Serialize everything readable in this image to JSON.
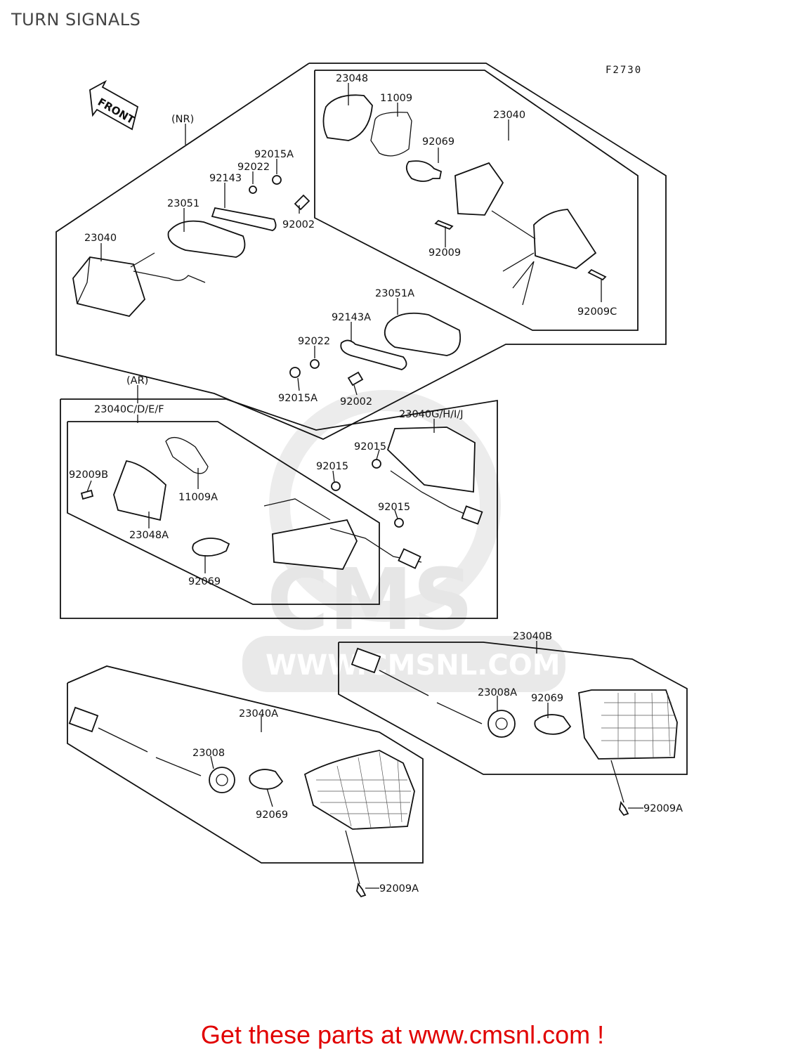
{
  "page": {
    "title": "TURN SIGNALS"
  },
  "figure": {
    "code": "F2730",
    "front_arrow_label": "FRONT"
  },
  "watermark": {
    "brand": "CMS",
    "url": "WWW.CMSNL.COM"
  },
  "groups": {
    "nr": "(NR)",
    "ar": "(AR)"
  },
  "labels": {
    "p23048": "23048",
    "p11009": "11009",
    "p23040_top": "23040",
    "p92069_top": "92069",
    "p92015A_top": "92015A",
    "p92022_top": "92022",
    "p92143": "92143",
    "p23051": "23051",
    "p92002_top": "92002",
    "p23040_left": "23040",
    "p92009": "92009",
    "p23051A": "23051A",
    "p92143A": "92143A",
    "p92022_mid": "92022",
    "p92009C": "92009C",
    "p92015A_mid": "92015A",
    "p92002_mid": "92002",
    "p23040CDEF": "23040C/D/E/F",
    "p23040GHIJ": "23040G/H/I/J",
    "p92015_a": "92015",
    "p92015_b": "92015",
    "p92015_c": "92015",
    "p92009B": "92009B",
    "p11009A": "11009A",
    "p23048A": "23048A",
    "p92069_ar": "92069",
    "p23040B": "23040B",
    "p23008A": "23008A",
    "p92069_b": "92069",
    "p92009A_b": "92009A",
    "p23040A": "23040A",
    "p23008": "23008",
    "p92069_a": "92069",
    "p92009A_a": "92009A"
  },
  "cta": {
    "text": "Get these parts at www.cmsnl.com !"
  }
}
